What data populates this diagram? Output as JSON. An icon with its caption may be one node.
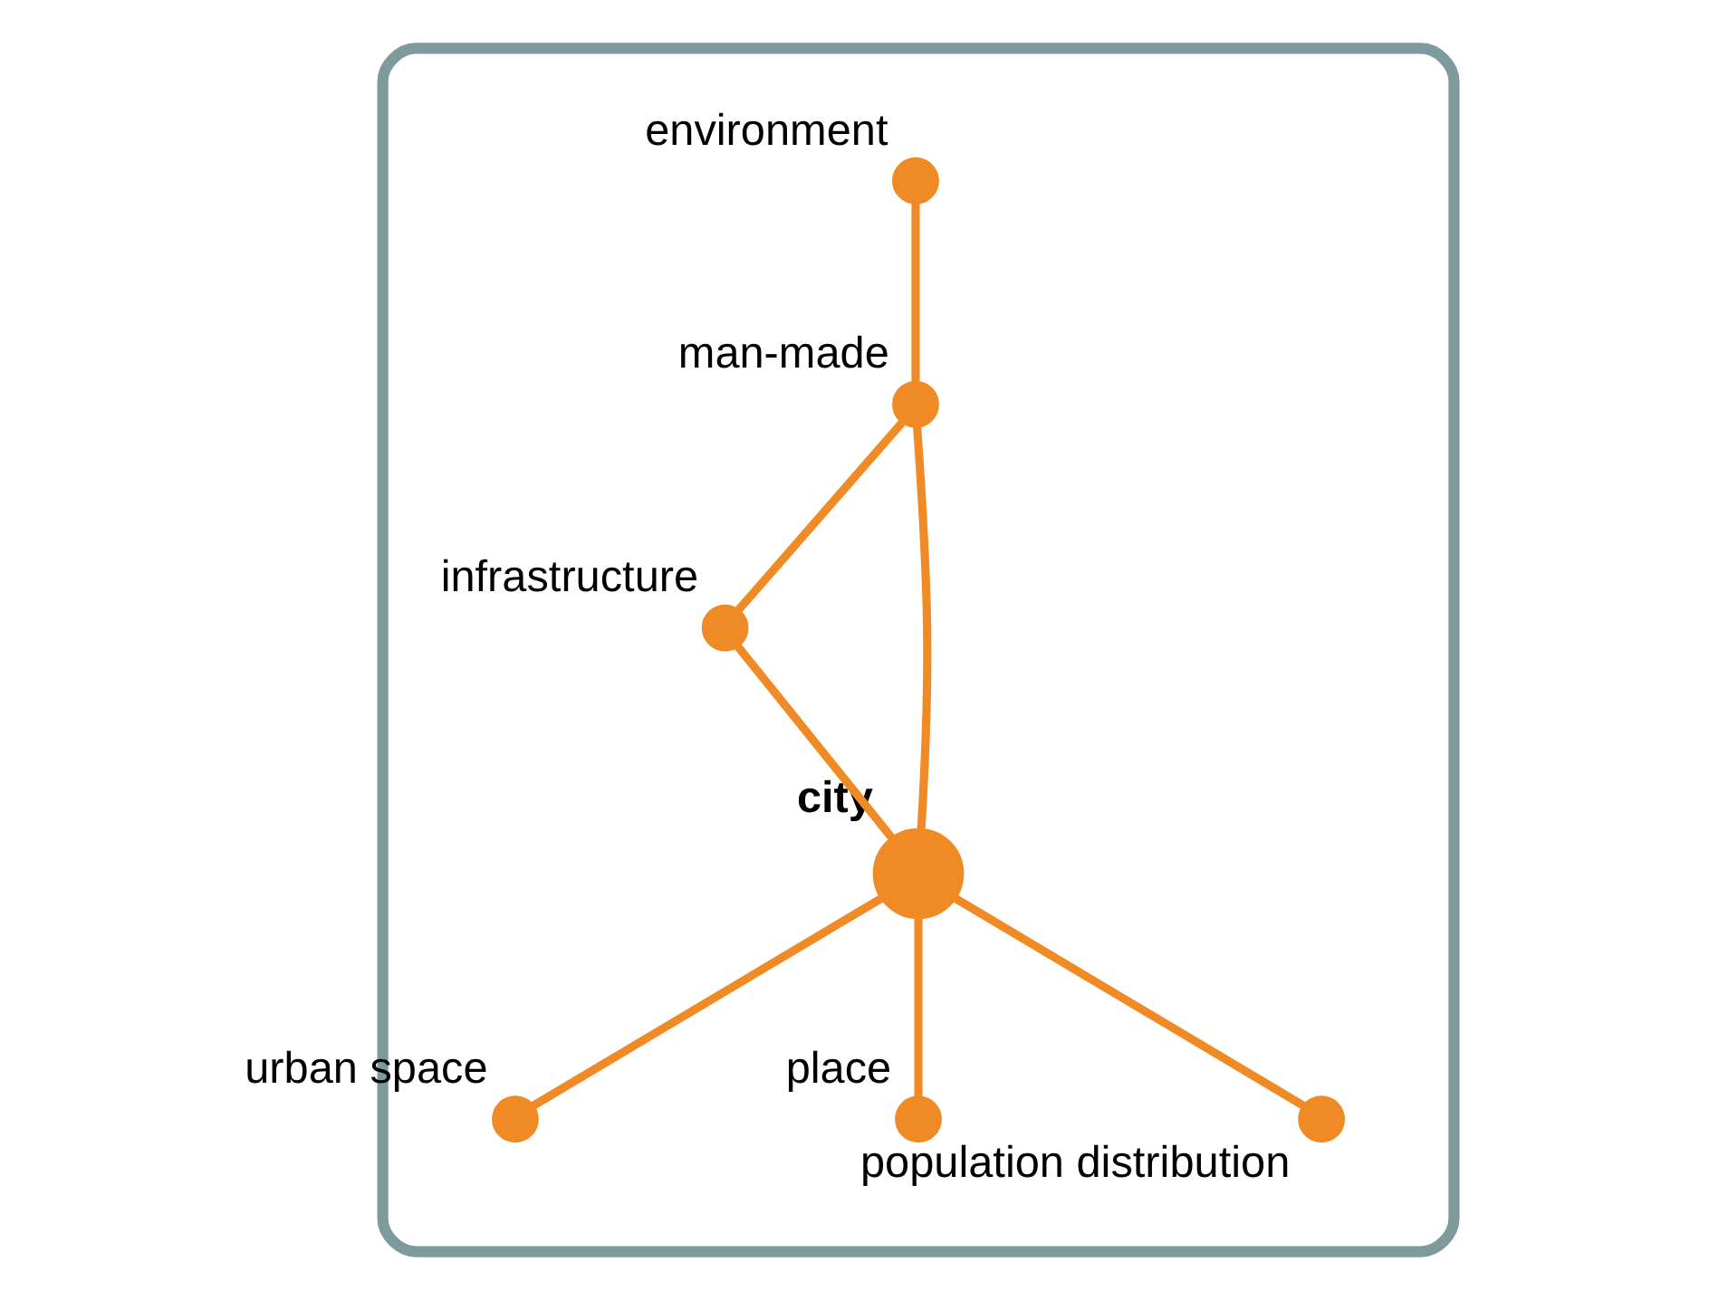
{
  "diagram": {
    "nodes": [
      {
        "text": [],
        "shape": "box"
      },
      {
        "text": [
          "environment"
        ],
        "in": 0
      },
      {
        "text": [
          "man-made"
        ],
        "in": 0
      },
      {
        "text": [
          "infrastructure"
        ],
        "in": 0
      },
      {
        "text": [
          "urban space"
        ],
        "in": 0
      },
      {
        "text": [
          "city"
        ],
        "in": 0
      },
      {
        "text": [
          "place"
        ],
        "in": 0
      },
      {
        "text": [
          "population distribution"
        ],
        "in": 0
      }
    ],
    "edges": [
      {
        "from": 1,
        "to": 2,
        "arrow": "none"
      },
      {
        "from": 2,
        "to": 3,
        "arrow": "none"
      },
      {
        "from": 2,
        "to": 5,
        "arrow": "none"
      },
      {
        "from": 3,
        "to": 5,
        "arrow": "none"
      },
      {
        "from": 5,
        "to": 4,
        "arrow": "none"
      },
      {
        "from": 5,
        "to": 6,
        "arrow": "none"
      },
      {
        "from": 5,
        "to": 7,
        "arrow": "none"
      }
    ]
  }
}
